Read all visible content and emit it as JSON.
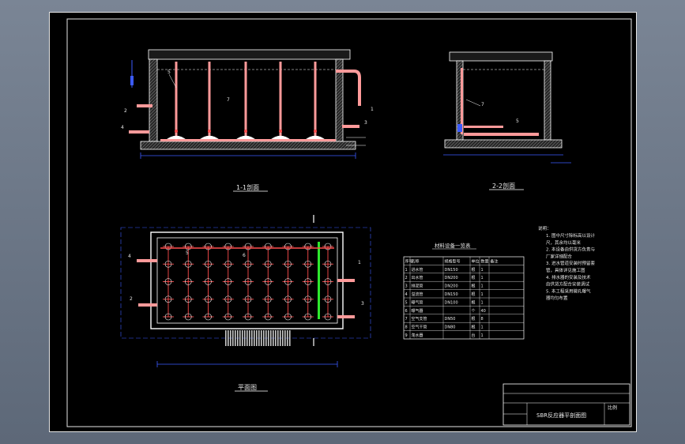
{
  "drawing": {
    "title": "SBR反应器平剖面图",
    "title_block_tag": "比例",
    "section_1_label": "1-1剖面",
    "section_2_label": "2-2剖面",
    "plan_label": "平面图",
    "table_title": "材料设备一览表",
    "notes_title": "说明：",
    "notes": [
      "1. 图中尺寸除标高以设计",
      "尺，其余均以毫米",
      "2. 本设备由供货方负责与",
      "厂家详细配合",
      "3. 进水管道安装时预留套",
      "管，具体详见施工图",
      "4. 排水器的安装及技术",
      "由供货方配合安装调试",
      "5. 本工程采用微孔曝气",
      "器均匀布置"
    ],
    "callouts": [
      "1",
      "2",
      "3",
      "4",
      "5",
      "6",
      "7"
    ]
  },
  "colors": {
    "background": "#000000",
    "frame": "#e6e6e6",
    "wall": "#ffffff",
    "pipe": "#ff4d4d",
    "pipe_light": "#ff9a9a",
    "dimension": "#3b5bff",
    "green": "#2ee82e",
    "hatch": "#bfbfbf",
    "callout": "#ffffff"
  },
  "table": {
    "columns": [
      "序号",
      "名称",
      "规格型号",
      "单位",
      "数量",
      "备注"
    ],
    "rows": [
      [
        "1",
        "进水管",
        "DN150",
        "根",
        "1",
        ""
      ],
      [
        "2",
        "出水管",
        "DN200",
        "根",
        "1",
        ""
      ],
      [
        "3",
        "排泥管",
        "DN200",
        "根",
        "1",
        ""
      ],
      [
        "4",
        "溢流管",
        "DN150",
        "根",
        "1",
        ""
      ],
      [
        "5",
        "曝气管",
        "DN100",
        "根",
        "1",
        ""
      ],
      [
        "6",
        "曝气器",
        "",
        "个",
        "40",
        ""
      ],
      [
        "7",
        "空气支管",
        "DN50",
        "根",
        "8",
        ""
      ],
      [
        "8",
        "空气干管",
        "DN80",
        "根",
        "1",
        ""
      ],
      [
        "9",
        "滗水器",
        "",
        "台",
        "1",
        ""
      ]
    ]
  }
}
